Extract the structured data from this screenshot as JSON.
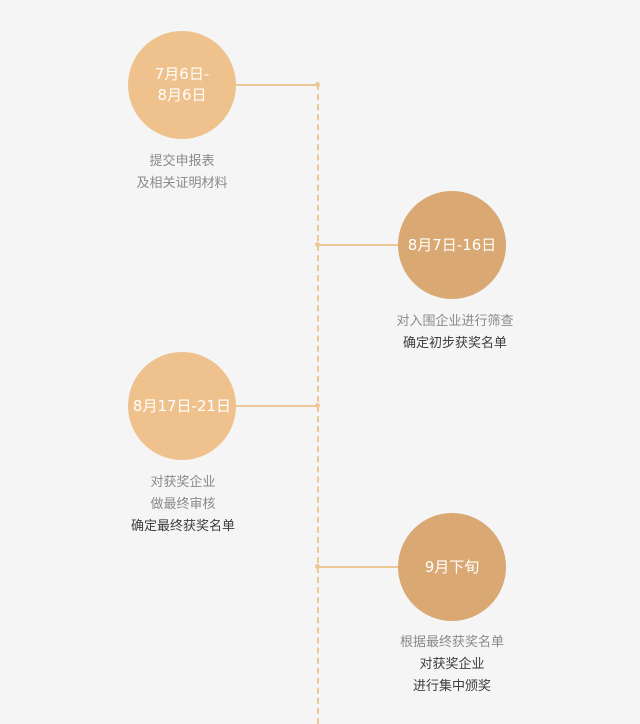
{
  "timeline": {
    "items": [
      {
        "date_lines": [
          "7月6日-",
          "8月6日"
        ],
        "desc": [
          {
            "text": "提交申报表",
            "strong": false
          },
          {
            "text": "及相关证明材料",
            "strong": false
          }
        ]
      },
      {
        "date_lines": [
          "8月7日-16日"
        ],
        "desc": [
          {
            "text": "对入围企业进行筛查",
            "strong": false
          },
          {
            "text": "确定初步获奖名单",
            "strong": true
          }
        ]
      },
      {
        "date_lines": [
          "8月17日-21日"
        ],
        "desc": [
          {
            "text": "对获奖企业",
            "strong": false
          },
          {
            "text": "做最终审核",
            "strong": false
          },
          {
            "text": "确定最终获奖名单",
            "strong": true
          }
        ]
      },
      {
        "date_lines": [
          "9月下旬"
        ],
        "desc": [
          {
            "text": "根据最终获奖名单",
            "strong": false
          },
          {
            "text": "对获奖企业",
            "strong": true
          },
          {
            "text": "进行集中颁奖",
            "strong": true
          }
        ]
      }
    ]
  },
  "colors": {
    "circle_light": "#eec18d",
    "circle_dark": "#d9a873",
    "line": "#ecc896",
    "text_muted": "#8a8a8a",
    "text_strong": "#3c3c3c"
  }
}
